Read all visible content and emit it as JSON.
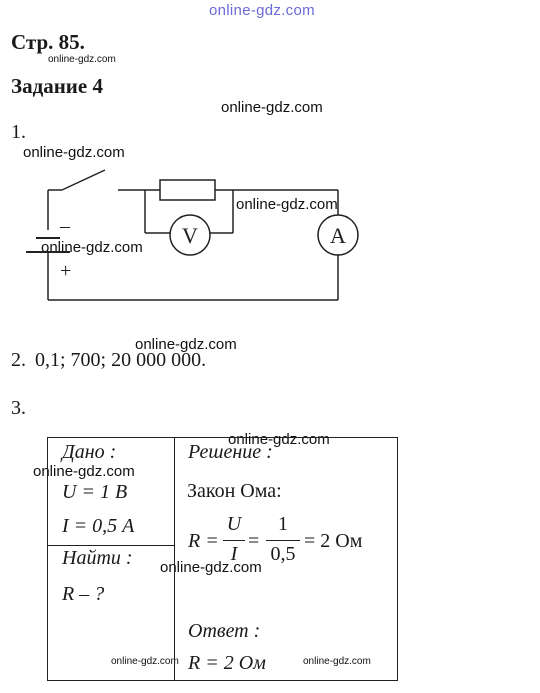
{
  "watermarks": {
    "top": "online-gdz.com",
    "label": "online-gdz.com"
  },
  "page": {
    "page_label": "Стр. 85.",
    "task_label": "Задание 4"
  },
  "item1": {
    "number": "1.",
    "minus_sign": "–",
    "plus_sign": "+",
    "voltmeter_label": "V",
    "ammeter_label": "A"
  },
  "item2": {
    "number": "2.",
    "answer": "0,1; 700; 20 000 000."
  },
  "item3": {
    "number": "3.",
    "given_title": "Дано :",
    "given_u": "U = 1 В",
    "given_i": "I = 0,5 А",
    "find_title": "Найти :",
    "find_r": "R – ?",
    "solution_title": "Решение :",
    "law": "Закон Ома:",
    "formula_r": "R =",
    "frac1_num": "U",
    "frac1_den": "I",
    "equals": "=",
    "frac2_num": "1",
    "frac2_den": "0,5",
    "result": "= 2 Ом",
    "answer_title": "Ответ :",
    "answer_value": "R = 2 Ом"
  }
}
